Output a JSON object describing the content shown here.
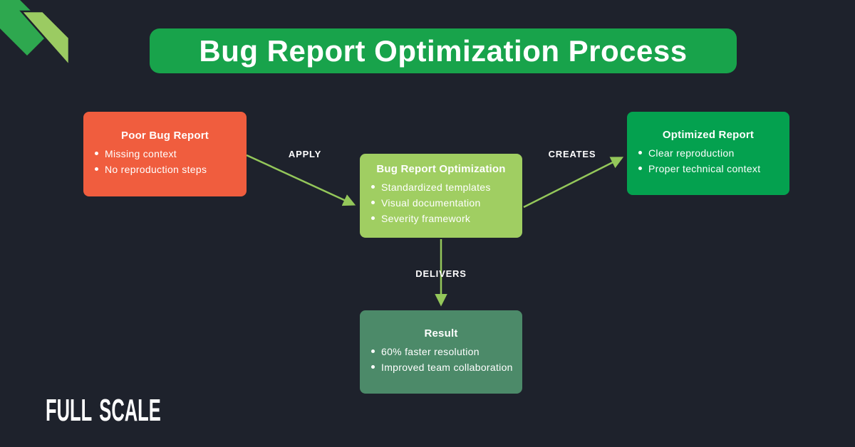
{
  "page": {
    "background_color": "#1E222C"
  },
  "header": {
    "title": "Bug Report Optimization Process",
    "banner_color": "#18A34B"
  },
  "diagram": {
    "nodes": [
      {
        "title": "Poor Bug Report",
        "items": [
          "Missing context",
          "No reproduction steps"
        ],
        "color": "#F05D3E"
      },
      {
        "title": "Bug Report Optimization",
        "items": [
          "Standardized templates",
          "Visual documentation",
          "Severity framework"
        ],
        "color": "#A0CE62"
      },
      {
        "title": "Optimized Report",
        "items": [
          "Clear reproduction",
          "Proper technical context"
        ],
        "color": "#04A14F"
      },
      {
        "title": "Result",
        "items": [
          "60% faster resolution",
          "Improved team collaboration"
        ],
        "color": "#4C8A69"
      }
    ],
    "edges": [
      {
        "label": "APPLY",
        "from": "Poor Bug Report",
        "to": "Bug Report Optimization"
      },
      {
        "label": "CREATES",
        "from": "Bug Report Optimization",
        "to": "Optimized Report"
      },
      {
        "label": "DELIVERS",
        "from": "Bug Report Optimization",
        "to": "Result"
      }
    ],
    "arrow_color": "#94C75A"
  },
  "branding": {
    "logo_text": "FULL SCALE",
    "ribbon_colors": [
      "#2EA84F",
      "#9BCB62"
    ]
  }
}
